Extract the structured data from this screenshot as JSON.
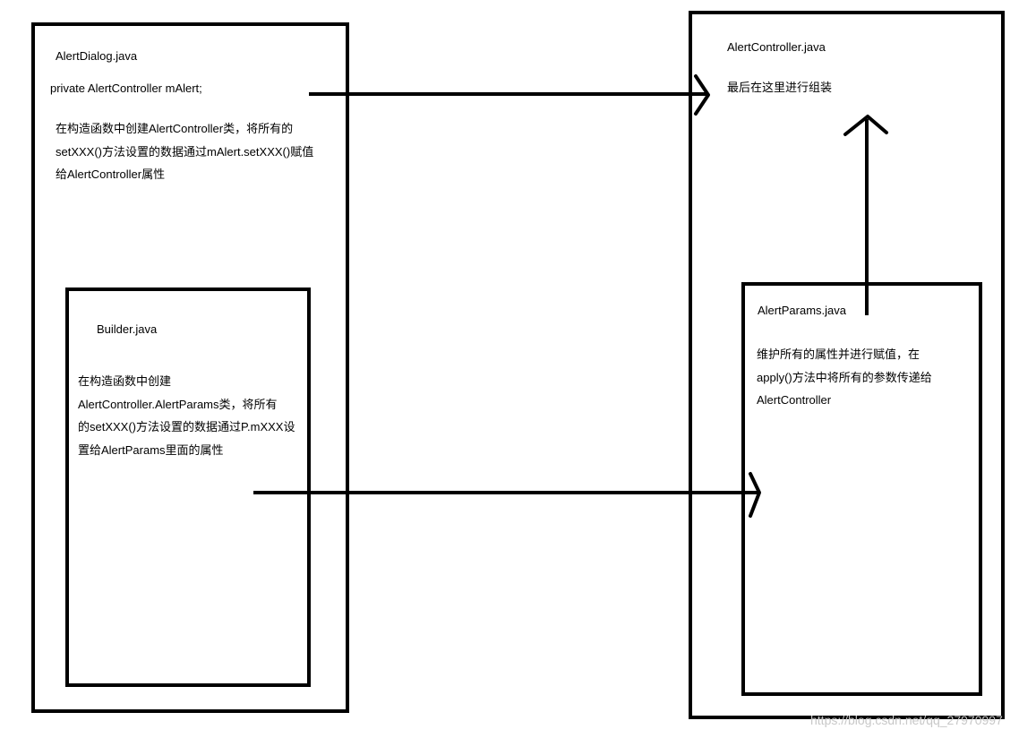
{
  "alert_dialog": {
    "title": "AlertDialog.java",
    "field": "private AlertController mAlert;",
    "description_lines": [
      "在构造函数中创建AlertController类，将所有的",
      "setXXX()方法设置的数据通过mAlert.setXXX()赋值",
      "给AlertController属性"
    ]
  },
  "builder": {
    "title": "Builder.java",
    "description_lines": [
      "在构造函数中创建",
      "AlertController.AlertParams类，将所有",
      "的setXXX()方法设置的数据通过P.mXXX设",
      "置给AlertParams里面的属性"
    ]
  },
  "alert_controller": {
    "title": "AlertController.java",
    "description": "最后在这里进行组装"
  },
  "alert_params": {
    "title": "AlertParams.java",
    "description_lines": [
      "维护所有的属性并进行赋值，在",
      "apply()方法中将所有的参数传递给",
      "AlertController"
    ]
  },
  "watermark": "https://blog.csdn.net/qq_27970997",
  "colors": {
    "stroke": "#000000",
    "background": "#ffffff",
    "watermark": "#c8c8c8"
  }
}
